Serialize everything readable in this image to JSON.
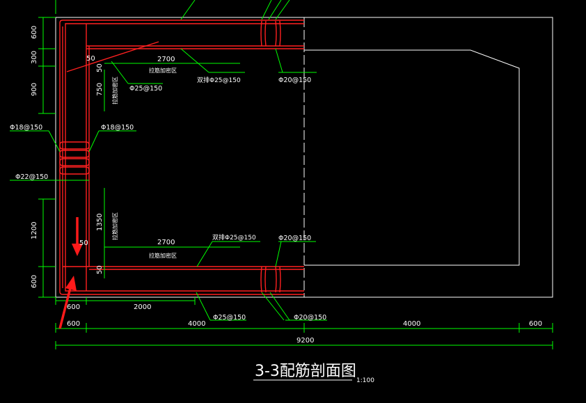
{
  "colors": {
    "background": "#000000",
    "dimension": "#00ff00",
    "outline": "#ffffff",
    "rebar": "#ff2020",
    "arrow": "#ff1a1a",
    "text": "#ffffff"
  },
  "drawing": {
    "title": "3-3配筋剖面图",
    "scale": "1:100"
  },
  "dimensions": {
    "left": [
      "600",
      "300",
      "900",
      "1200",
      "600"
    ],
    "bottom_row1": [
      "600",
      "2000"
    ],
    "bottom_row2": [
      "600",
      "4000",
      "4000",
      "600"
    ],
    "total": "9200",
    "vertical_inner": [
      "750",
      "1350"
    ],
    "small": [
      "50",
      "50",
      "50",
      "50"
    ],
    "horizontal_inner": [
      "2700",
      "2700"
    ]
  },
  "rebar_labels": {
    "top_area": "拉筋加密区",
    "bottom_area": "拉筋加密区",
    "top_double": "双排Φ25@150",
    "bottom_double": "双排Φ25@150",
    "top_phi25": "Φ25@150",
    "top_right_phi20": "Φ20@150",
    "bottom_right_phi20": "Φ20@150",
    "bottom_phi25": "Φ25@150",
    "bottom_under_phi20": "Φ20@150",
    "left_phi18": "Φ18@150",
    "right_phi18": "Φ18@150",
    "phi22": "Φ22@150",
    "vertical_top": "拉筋加密区",
    "vertical_bottom": "拉筋加密区"
  },
  "annotations": {
    "arrow_count": 2
  }
}
